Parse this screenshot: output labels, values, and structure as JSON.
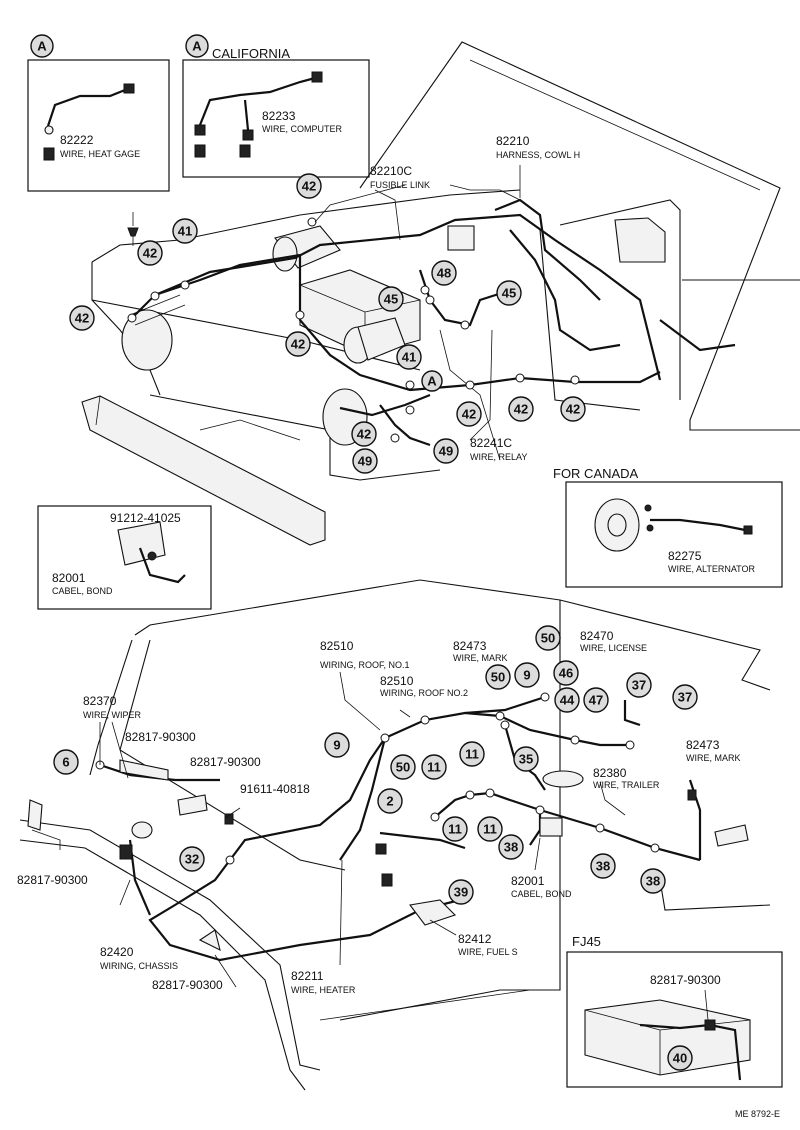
{
  "inset_a": {
    "marker": "A",
    "part_no": "82222",
    "desc": "WIRE, HEAT GAGE"
  },
  "inset_california": {
    "marker": "A",
    "title": "CALIFORNIA",
    "part_no": "82233",
    "desc": "WIRE, COMPUTER"
  },
  "inset_cabel_bond": {
    "part_no_bolt": "91212-41025",
    "part_no": "82001",
    "desc": "CABEL, BOND"
  },
  "inset_canada": {
    "title": "FOR CANADA",
    "part_no": "82275",
    "desc": "WIRE, ALTERNATOR"
  },
  "inset_fj45": {
    "title": "FJ45",
    "part_no": "82817-90300",
    "callout": "40"
  },
  "engine_labels": {
    "harness_cowl": {
      "part_no": "82210",
      "desc": "HARNESS, COWL H"
    },
    "fusible_link": {
      "part_no": "82210C",
      "desc": "FUSIBLE LINK"
    },
    "wire_relay": {
      "part_no": "82241C",
      "desc": "WIRE, RELAY"
    },
    "view_marker": "A"
  },
  "engine_callouts": [
    "42",
    "41",
    "42",
    "42",
    "42",
    "48",
    "45",
    "45",
    "41",
    "42",
    "42",
    "42",
    "42",
    "49",
    "49"
  ],
  "chassis_labels": {
    "roof1": {
      "part_no": "82510",
      "desc": "WIRING, ROOF, NO.1"
    },
    "roof2": {
      "part_no": "82510",
      "desc": "WIRING, ROOF NO.2"
    },
    "mark_top": {
      "part_no": "82473",
      "desc": "WIRE, MARK"
    },
    "license": {
      "part_no": "82470",
      "desc": "WIRE, LICENSE"
    },
    "mark_right": {
      "part_no": "82473",
      "desc": "WIRE, MARK"
    },
    "trailer": {
      "part_no": "82380",
      "desc": "WIRE, TRAILER"
    },
    "wiper": {
      "part_no": "82370",
      "desc": "WIRE, WIPER"
    },
    "clamp1": {
      "part_no": "82817-90300"
    },
    "clamp2": {
      "part_no": "82817-90300"
    },
    "bolt": {
      "part_no": "91611-40818"
    },
    "clamp_left": {
      "part_no": "82817-90300"
    },
    "chassis": {
      "part_no": "82420",
      "desc": "WIRING, CHASSIS"
    },
    "clamp_bottom": {
      "part_no": "82817-90300"
    },
    "heater": {
      "part_no": "82211",
      "desc": "WIRE, HEATER"
    },
    "fuel": {
      "part_no": "82412",
      "desc": "WIRE, FUEL S"
    },
    "bond": {
      "part_no": "82001",
      "desc": "CABEL, BOND"
    }
  },
  "chassis_callouts": [
    "50",
    "9",
    "46",
    "44",
    "47",
    "37",
    "37",
    "50",
    "9",
    "50",
    "11",
    "11",
    "35",
    "6",
    "2",
    "11",
    "11",
    "38",
    "38",
    "38",
    "32",
    "39"
  ],
  "footer_code": "ME 8792-E"
}
